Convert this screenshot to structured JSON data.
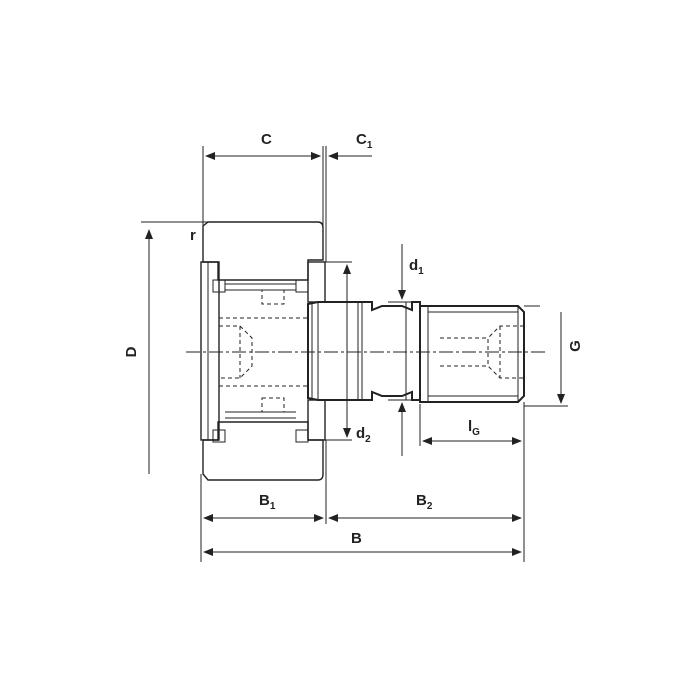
{
  "labels": {
    "C": "C",
    "C1_main": "C",
    "C1_sub": "1",
    "r": "r",
    "D": "D",
    "d1_main": "d",
    "d1_sub": "1",
    "d2_main": "d",
    "d2_sub": "2",
    "G": "G",
    "lG_main": "l",
    "lG_sub": "G",
    "B1_main": "B",
    "B1_sub": "1",
    "B2_main": "B",
    "B2_sub": "2",
    "B": "B"
  },
  "colors": {
    "line": "#222222",
    "background": "#ffffff"
  }
}
